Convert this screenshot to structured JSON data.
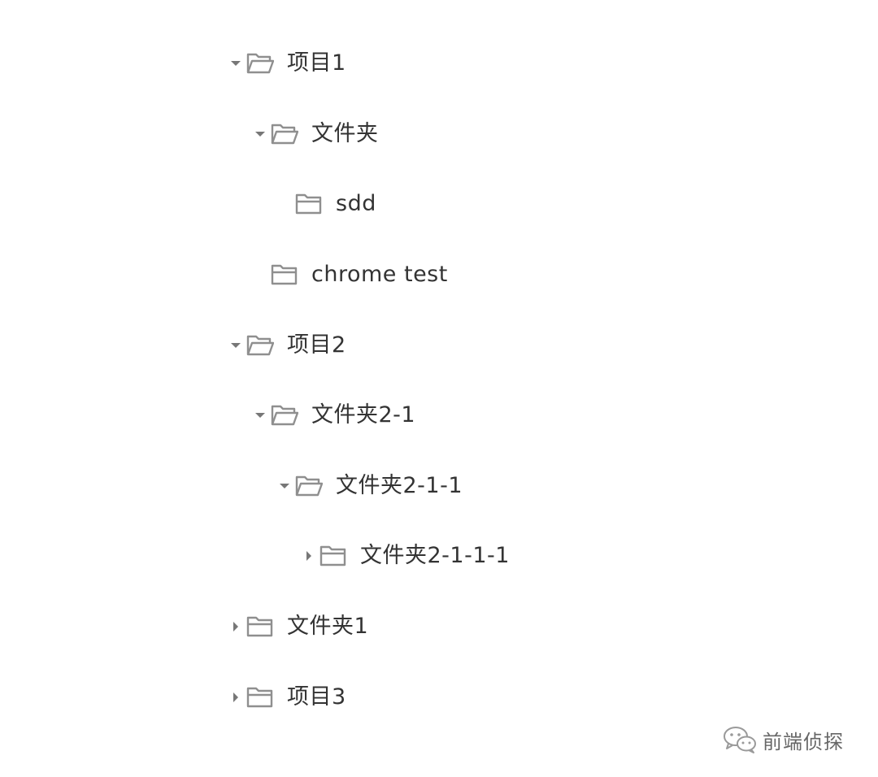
{
  "tree": {
    "nodes": [
      {
        "label": "项目1",
        "depth": 0,
        "state": "expanded"
      },
      {
        "label": "文件夹",
        "depth": 1,
        "state": "expanded"
      },
      {
        "label": "sdd",
        "depth": 2,
        "state": "leaf"
      },
      {
        "label": "chrome test",
        "depth": 1,
        "state": "leaf"
      },
      {
        "label": "项目2",
        "depth": 0,
        "state": "expanded"
      },
      {
        "label": "文件夹2-1",
        "depth": 1,
        "state": "expanded"
      },
      {
        "label": "文件夹2-1-1",
        "depth": 2,
        "state": "expanded"
      },
      {
        "label": "文件夹2-1-1-1",
        "depth": 3,
        "state": "collapsed"
      },
      {
        "label": "文件夹1",
        "depth": 0,
        "state": "collapsed"
      },
      {
        "label": "项目3",
        "depth": 0,
        "state": "collapsed"
      }
    ]
  },
  "watermark": {
    "text": "前端侦探",
    "icon": "wechat-icon"
  },
  "colors": {
    "icon": "#8f8f8f",
    "caret": "#777777",
    "text": "#333333"
  }
}
